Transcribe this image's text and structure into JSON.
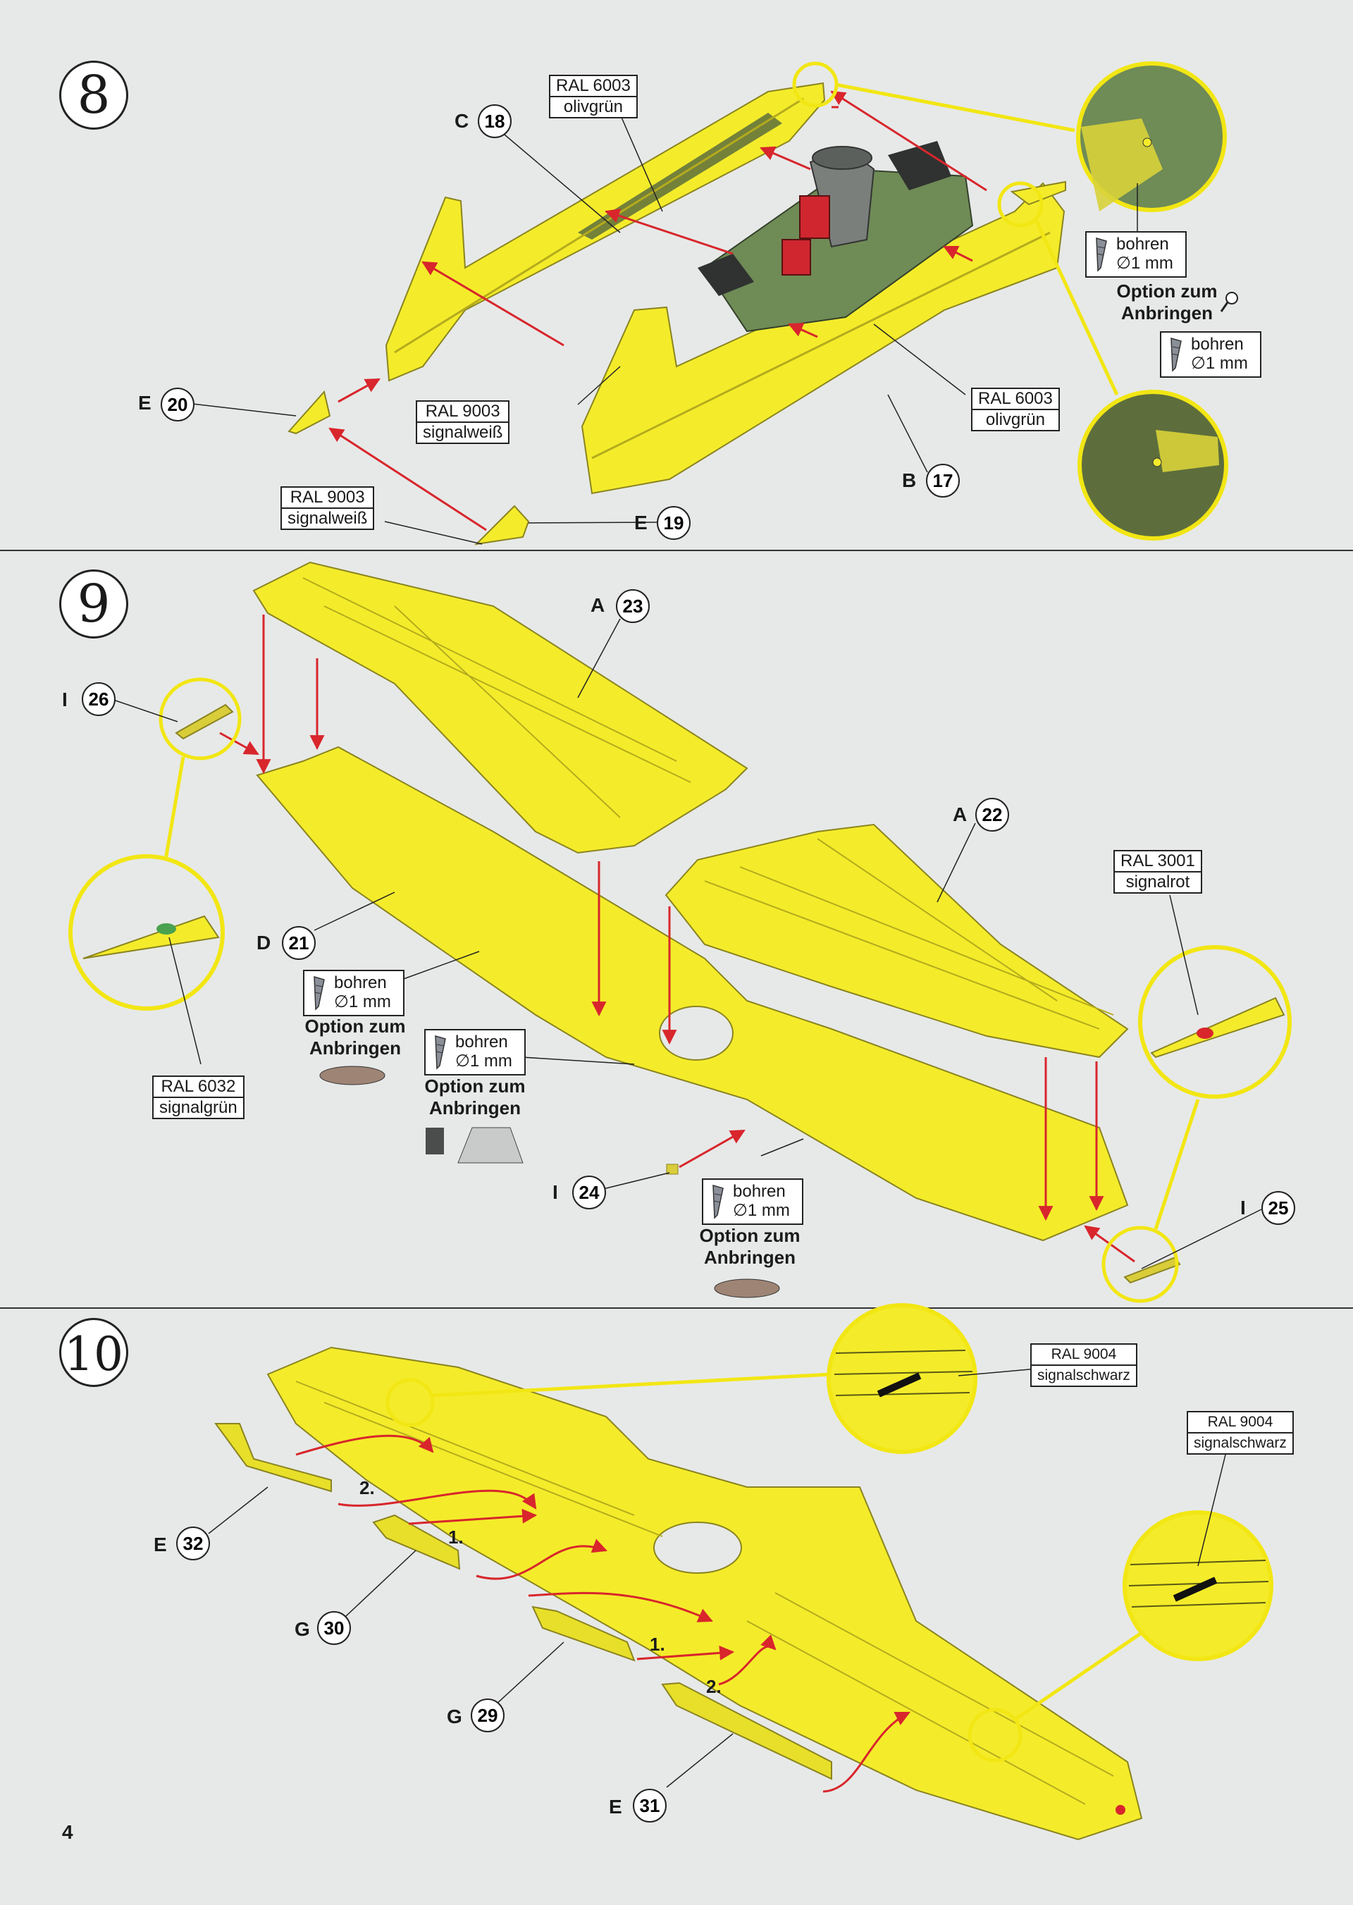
{
  "page_number": "4",
  "steps": [
    {
      "number": "8",
      "paint_labels": [
        {
          "code": "RAL 6003",
          "name": "olivgrün"
        },
        {
          "code": "RAL 9003",
          "name": "signalweiß"
        },
        {
          "code": "RAL 6003",
          "name": "olivgrün"
        },
        {
          "code": "RAL 9003",
          "name": "signalweiß"
        }
      ],
      "parts": [
        {
          "sprue": "C",
          "number": "18"
        },
        {
          "sprue": "E",
          "number": "20"
        },
        {
          "sprue": "B",
          "number": "17"
        },
        {
          "sprue": "E",
          "number": "19"
        }
      ],
      "drill_notes": [
        {
          "action": "bohren",
          "size": "∅1 mm"
        },
        {
          "action": "bohren",
          "size": "∅1 mm"
        }
      ],
      "option_text": "Option zum Anbringen"
    },
    {
      "number": "9",
      "paint_labels": [
        {
          "code": "RAL 3001",
          "name": "signalrot"
        },
        {
          "code": "RAL 6032",
          "name": "signalgrün"
        }
      ],
      "parts": [
        {
          "sprue": "A",
          "number": "23"
        },
        {
          "sprue": "I",
          "number": "26"
        },
        {
          "sprue": "A",
          "number": "22"
        },
        {
          "sprue": "D",
          "number": "21"
        },
        {
          "sprue": "I",
          "number": "24"
        },
        {
          "sprue": "I",
          "number": "25"
        }
      ],
      "drill_notes": [
        {
          "action": "bohren",
          "size": "∅1 mm"
        },
        {
          "action": "bohren",
          "size": "∅1 mm"
        },
        {
          "action": "bohren",
          "size": "∅1 mm"
        }
      ],
      "option_text": "Option zum Anbringen"
    },
    {
      "number": "10",
      "paint_labels": [
        {
          "code": "RAL 9004",
          "name": "signalschwarz"
        },
        {
          "code": "RAL 9004",
          "name": "signalschwarz"
        }
      ],
      "parts": [
        {
          "sprue": "E",
          "number": "32"
        },
        {
          "sprue": "G",
          "number": "30"
        },
        {
          "sprue": "G",
          "number": "29"
        },
        {
          "sprue": "E",
          "number": "31"
        }
      ],
      "sequence": [
        "2.",
        "1.",
        "1.",
        "2."
      ]
    }
  ],
  "colors": {
    "part_yellow": "#f4ec2a",
    "callout_ring": "#f2e614",
    "arrow_red": "#d8262c",
    "cockpit_green": "#6f8b56"
  },
  "icons": [
    "drill-bit-icon",
    "magnifier-icon"
  ]
}
